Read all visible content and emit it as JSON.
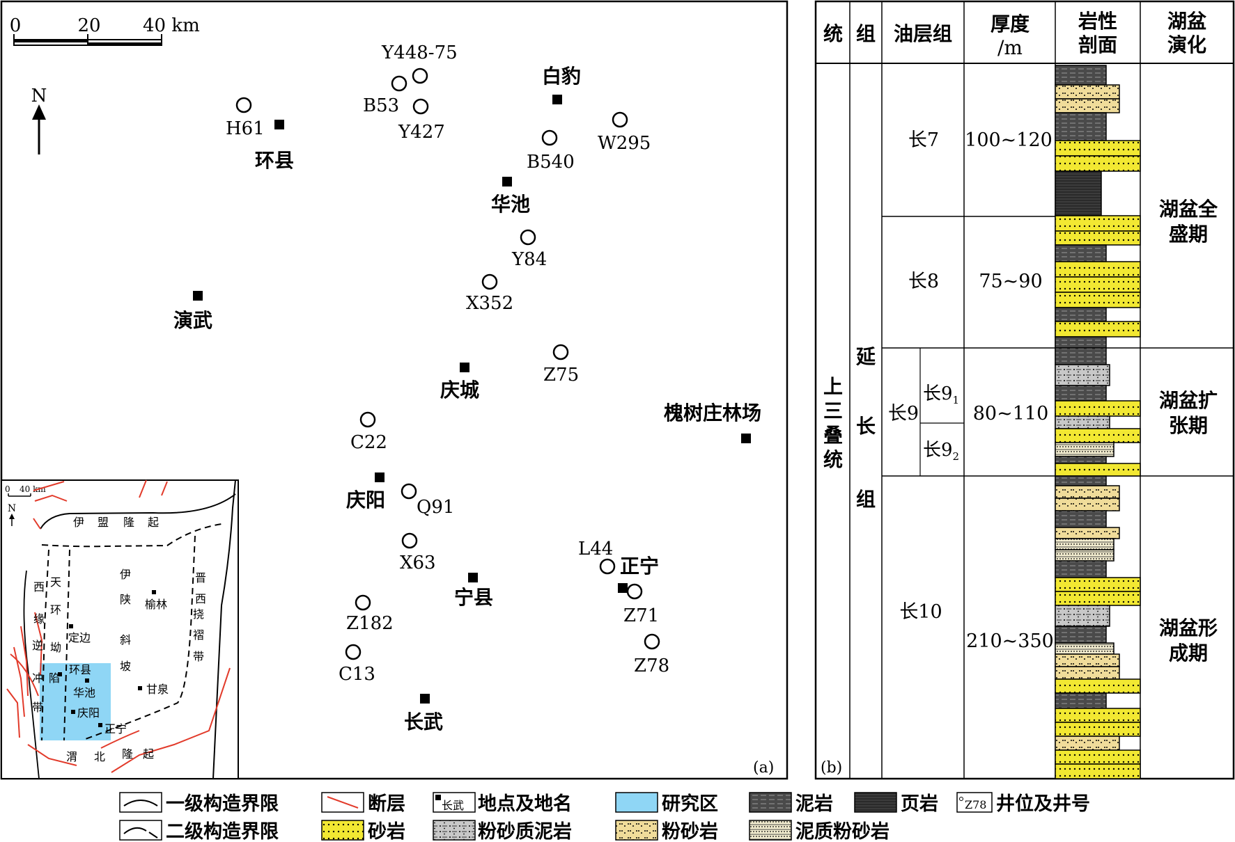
{
  "scale_bar": {
    "ticks": [
      "0",
      "20",
      "40 km"
    ]
  },
  "north_arrow": {
    "label": "N"
  },
  "wells": [
    {
      "id": "Y448-75"
    },
    {
      "id": "B53"
    },
    {
      "id": "Y427"
    },
    {
      "id": "H61"
    },
    {
      "id": "B540"
    },
    {
      "id": "W295"
    },
    {
      "id": "Y84"
    },
    {
      "id": "X352"
    },
    {
      "id": "Z75"
    },
    {
      "id": "C22"
    },
    {
      "id": "Q91"
    },
    {
      "id": "X63"
    },
    {
      "id": "L44"
    },
    {
      "id": "Z71"
    },
    {
      "id": "Z78"
    },
    {
      "id": "Z182"
    },
    {
      "id": "C13"
    }
  ],
  "places": [
    {
      "name": "白豹"
    },
    {
      "name": "环县"
    },
    {
      "name": "华池"
    },
    {
      "name": "演武"
    },
    {
      "name": "庆城"
    },
    {
      "name": "槐树庄林场"
    },
    {
      "name": "庆阳"
    },
    {
      "name": "宁县"
    },
    {
      "name": "正宁"
    },
    {
      "name": "长武"
    }
  ],
  "panel_labels": {
    "a": "(a)",
    "b": "(b)"
  },
  "inset": {
    "scale": {
      "zero": "0",
      "km": "40 km"
    },
    "north": "N",
    "units": [
      {
        "label": "伊盟隆起",
        "chars": [
          "伊",
          "盟",
          "隆",
          "起"
        ]
      },
      {
        "label": "伊陕斜坡",
        "chars": [
          "伊",
          "陕",
          "斜",
          "坡"
        ]
      },
      {
        "label": "晋西挠褶带",
        "chars": [
          "晋",
          "西",
          "挠",
          "褶",
          "带"
        ]
      },
      {
        "label": "西缘逆冲带",
        "chars": [
          "西",
          "缘",
          "逆",
          "冲",
          "带"
        ]
      },
      {
        "label": "天环坳陷",
        "chars": [
          "天",
          "环",
          "坳",
          "陷"
        ]
      },
      {
        "label": "渭北隆起",
        "chars": [
          "渭",
          "北",
          "隆",
          "起"
        ]
      }
    ],
    "towns": [
      {
        "name": "榆林"
      },
      {
        "name": "定边"
      },
      {
        "name": "环县"
      },
      {
        "name": "华池"
      },
      {
        "name": "甘泉"
      },
      {
        "name": "庆阳"
      },
      {
        "name": "正宁"
      }
    ]
  },
  "column": {
    "headers": {
      "series": "统",
      "formation": "组",
      "oil_group": "油层组",
      "thickness": [
        "厚度",
        "/m"
      ],
      "lithology": [
        "岩性",
        "剖面"
      ],
      "evolution": [
        "湖盆",
        "演化"
      ]
    },
    "series_value": {
      "text": "上三叠统",
      "chars": [
        "上",
        "三",
        "叠",
        "统"
      ]
    },
    "formation_value": {
      "text": "延长组",
      "chars": [
        "延",
        "长",
        "组"
      ]
    },
    "oil_groups": [
      {
        "name": "长7",
        "thickness": "100~120"
      },
      {
        "name": "长8",
        "thickness": "75~90"
      },
      {
        "name": "长9",
        "thickness": "80~110",
        "sub": [
          {
            "base": "长9",
            "sub": "1"
          },
          {
            "base": "长9",
            "sub": "2"
          }
        ]
      },
      {
        "name": "长10",
        "thickness": "210~350"
      }
    ],
    "evolution": [
      {
        "text": "湖盆全盛期",
        "lines": [
          "湖盆全",
          "盛期"
        ]
      },
      {
        "text": "湖盆扩张期",
        "lines": [
          "湖盆扩",
          "张期"
        ]
      },
      {
        "text": "湖盆形成期",
        "lines": [
          "湖盆形",
          "成期"
        ]
      }
    ]
  },
  "legend": [
    {
      "label": "一级构造界限",
      "icon": "curve"
    },
    {
      "label": "断层",
      "icon": "fault"
    },
    {
      "label": "地点及地名",
      "icon": "place",
      "sample": "长武"
    },
    {
      "label": "研究区",
      "icon": "study-area"
    },
    {
      "label": "泥岩",
      "icon": "mudstone"
    },
    {
      "label": "页岩",
      "icon": "shale"
    },
    {
      "label": "井位及井号",
      "icon": "well",
      "sample": "Z78"
    },
    {
      "label": "二级构造界限",
      "icon": "dashed-curve"
    },
    {
      "label": "砂岩",
      "icon": "sandstone"
    },
    {
      "label": "粉砂质泥岩",
      "icon": "silty-mudstone"
    },
    {
      "label": "粉砂岩",
      "icon": "siltstone"
    },
    {
      "label": "泥质粉砂岩",
      "icon": "muddy-siltstone"
    }
  ],
  "colors": {
    "sandstone": "#f2e832",
    "siltstone": "#f0dc9a",
    "mudstone": "#4a4a4a",
    "shale": "#2a2a2a",
    "silty_mudstone": "#c8c8c8",
    "muddy_siltstone": "#f2eccf",
    "study_area": "#8fd6f5",
    "fault": "#e23a2a"
  }
}
